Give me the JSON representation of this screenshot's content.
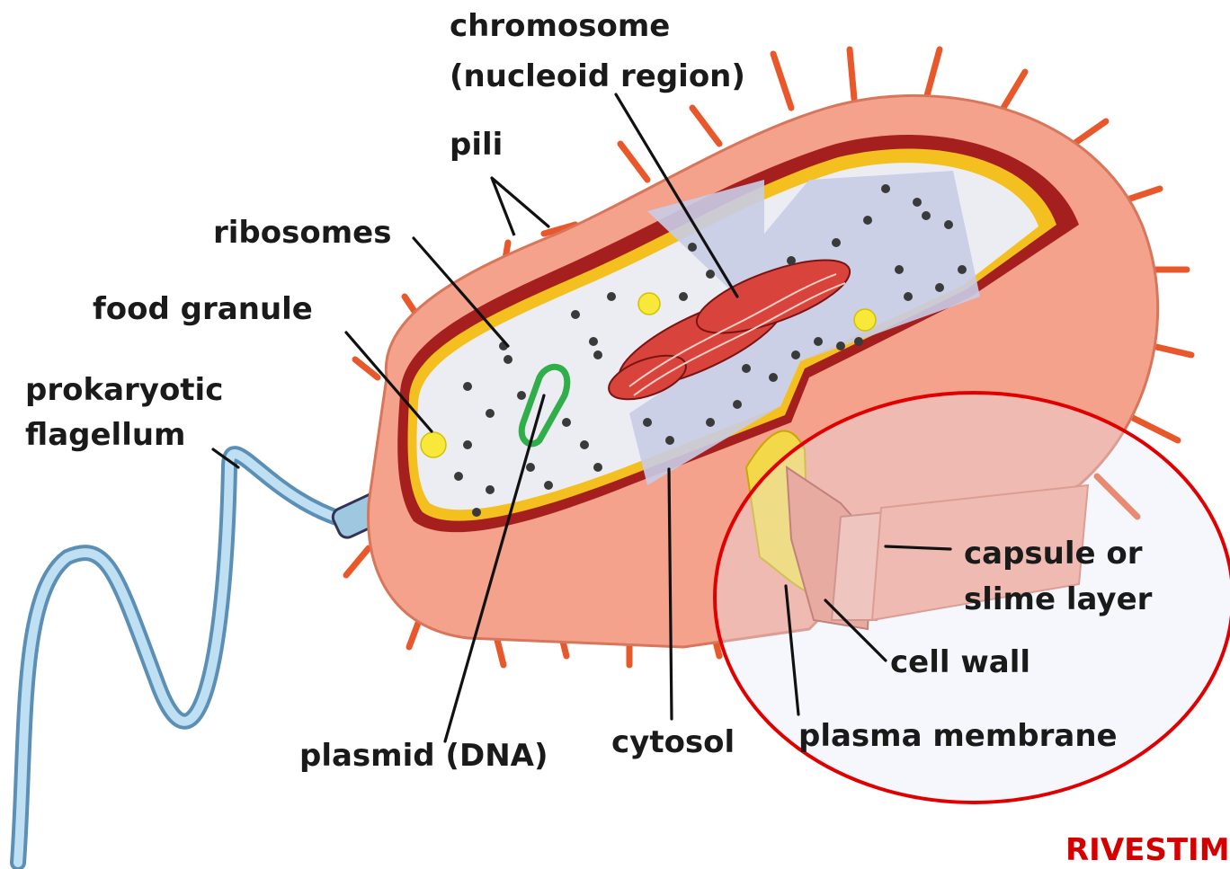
{
  "labels": {
    "chromosome_1": "chromosome",
    "chromosome_2": "(nucleoid region)",
    "pili": "pili",
    "ribosomes": "ribosomes",
    "food_granule": "food granule",
    "flagellum_1": "prokaryotic",
    "flagellum_2": "flagellum",
    "capsule_1": "capsule or",
    "capsule_2": "slime layer",
    "cell_wall": "cell wall",
    "plasma_membrane": "plasma membrane",
    "cytosol": "cytosol",
    "plasmid": "plasmid (DNA)"
  },
  "corner_text": "RIVESTIM",
  "colors": {
    "capsule": "#f4a28c",
    "pili": "#e8582a",
    "cell_wall": "#a61f1f",
    "membrane": "#f3c020",
    "cytoplasm": "#ecedf3",
    "cut_face": "#c9cce6",
    "chromosome": "#d8443c",
    "plasmid": "#2fae4a",
    "ribosome": "#3a3a3a",
    "food_granule": "#f7e83a",
    "flagellum": "#a9d1ea",
    "highlight_circle": "#e00000"
  }
}
